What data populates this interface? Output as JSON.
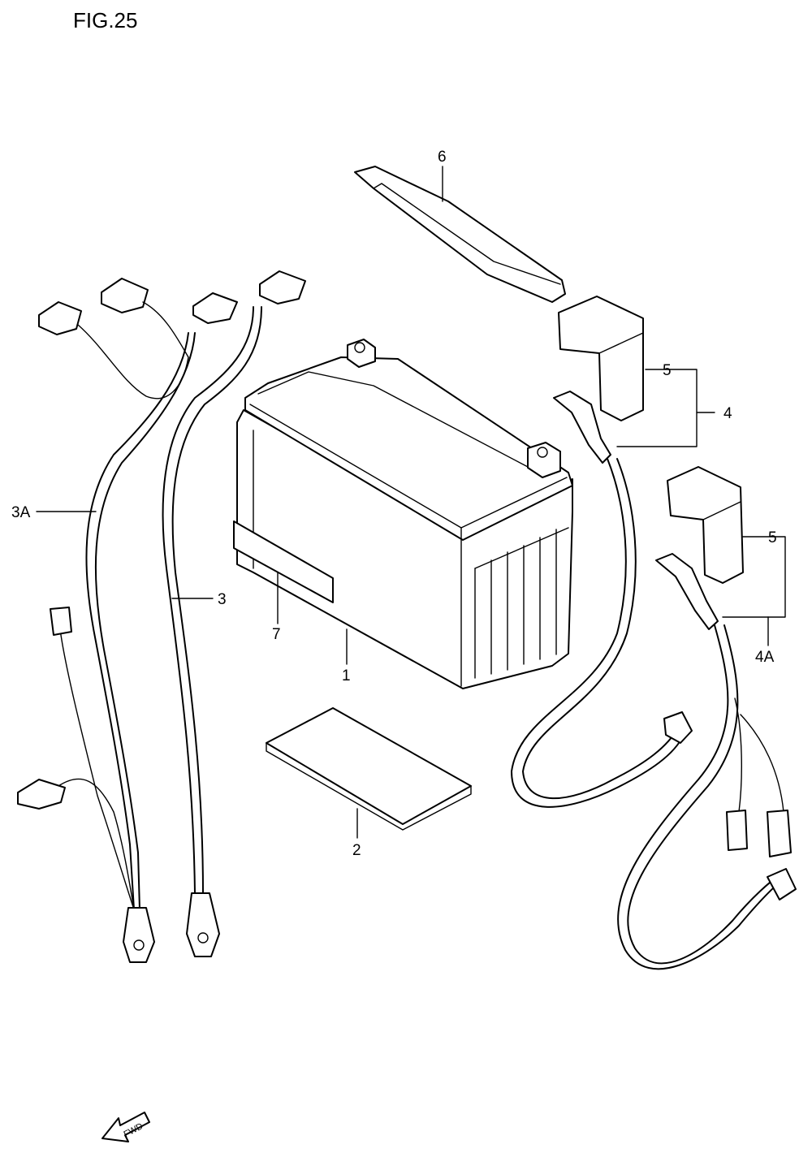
{
  "figure_title": "FIG.25",
  "fwd_label": "FWD",
  "callouts": {
    "p1": "1",
    "p2": "2",
    "p3": "3",
    "p3a": "3A",
    "p4": "4",
    "p4a": "4A",
    "p5_upper": "5",
    "p5_lower": "5",
    "p6": "6",
    "p7": "7"
  }
}
